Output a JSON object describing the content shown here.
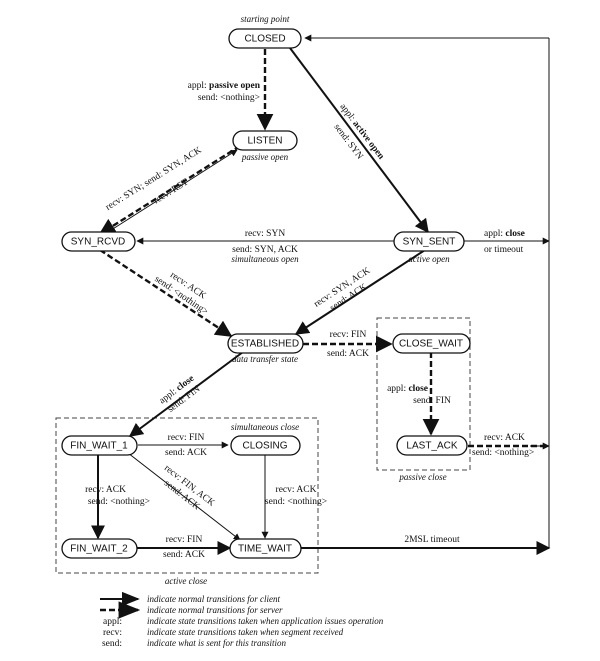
{
  "states": {
    "closed": "CLOSED",
    "listen": "LISTEN",
    "syn_rcvd": "SYN_RCVD",
    "syn_sent": "SYN_SENT",
    "established": "ESTABLISHED",
    "close_wait": "CLOSE_WAIT",
    "last_ack": "LAST_ACK",
    "fin_wait_1": "FIN_WAIT_1",
    "closing": "CLOSING",
    "fin_wait_2": "FIN_WAIT_2",
    "time_wait": "TIME_WAIT"
  },
  "notes": {
    "starting_point": "starting point",
    "passive_open": "passive open",
    "active_open": "active open",
    "simultaneous_open": "simultaneous open",
    "data_transfer_state": "data transfer state",
    "simultaneous_close": "simultaneous close",
    "passive_close": "passive close",
    "active_close": "active close"
  },
  "transitions": {
    "closed_listen_line1_prefix": "appl: ",
    "closed_listen_line1_bold": "passive open",
    "closed_listen_line2": "send: <nothing>",
    "closed_synsent_line1_prefix": "appl: ",
    "closed_synsent_line1_bold": "active open",
    "closed_synsent_line2": "send: SYN",
    "listen_synrcvd_a": "recv: SYN; send: SYN, ACK",
    "listen_synrcvd_b": "recv: RST",
    "synsent_synrcvd_1": "recv: SYN",
    "synsent_synrcvd_2": "send: SYN, ACK",
    "synsent_close_1_prefix": "appl: ",
    "synsent_close_1_bold": "close",
    "synsent_close_2": "or timeout",
    "synrcvd_est_1": "recv: ACK",
    "synrcvd_est_2": "send: <nothing>",
    "synsent_est_1": "recv: SYN, ACK",
    "synsent_est_2": "send: ACK",
    "est_closewait_1": "recv: FIN",
    "est_closewait_2": "send: ACK",
    "closewait_lastack_1_prefix": "appl: ",
    "closewait_lastack_1_bold": "close",
    "closewait_lastack_2": "send: FIN",
    "lastack_closed_1": "recv: ACK",
    "lastack_closed_2": "send: <nothing>",
    "est_finwait1_1_prefix": "appl: ",
    "est_finwait1_1_bold": "close",
    "est_finwait1_2": "send: FIN",
    "finwait1_closing_1": "recv: FIN",
    "finwait1_closing_2": "send: ACK",
    "finwait1_finwait2_1": "recv: ACK",
    "finwait1_finwait2_2": "send: <nothing>",
    "finwait1_timewait_1": "recv: FIN, ACK",
    "finwait1_timewait_2": "send: ACK",
    "closing_timewait_1": "recv: ACK",
    "closing_timewait_2": "send: <nothing>",
    "finwait2_timewait_1": "recv: FIN",
    "finwait2_timewait_2": "send: ACK",
    "timewait_closed": "2MSL timeout"
  },
  "legend": {
    "client": "indicate normal transitions for client",
    "server": "indicate normal transitions for server",
    "appl_key": "appl:",
    "appl_desc": "indicate state transitions taken when application issues operation",
    "recv_key": "recv:",
    "recv_desc": "indicate state transitions taken when segment received",
    "send_key": "send:",
    "send_desc": "indicate what is sent for this transition"
  }
}
